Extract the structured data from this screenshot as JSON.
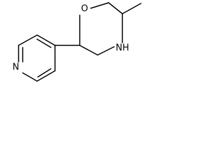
{
  "structure": {
    "atoms": {
      "ring_oxygen": "O",
      "ring_nitrogen_h": "NH",
      "pyridine_nitrogen": "N"
    }
  },
  "colors": {
    "bond": "#000000",
    "label": "#000000",
    "background": "#ffffff"
  }
}
